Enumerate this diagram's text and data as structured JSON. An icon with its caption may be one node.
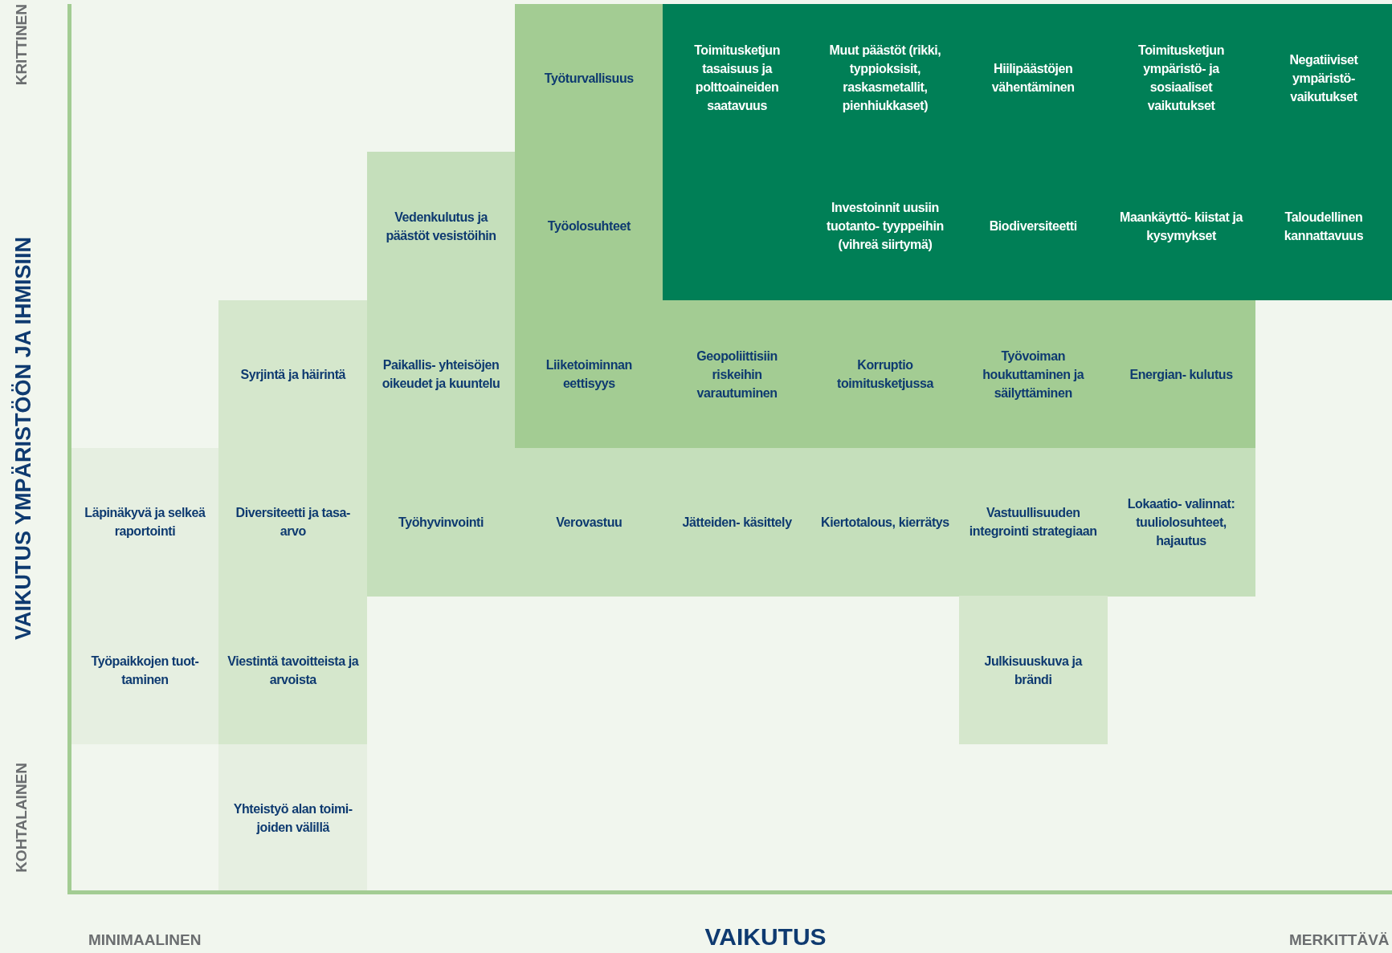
{
  "diagram": {
    "nodes": [
      {
        "text": [
          "Työturvallisuus"
        ]
      },
      {
        "text": [
          "Toimitusketjun tasaisuus ja polttoaineiden saatavuus"
        ]
      },
      {
        "text": [
          "Muut päästöt (rikki, typpioksisit, raskasmetallit, pienhiukkaset)"
        ]
      },
      {
        "text": [
          "Hiilipäästöjen vähentäminen"
        ]
      },
      {
        "text": [
          "Toimitusketjun ympäristö- ja sosiaaliset vaikutukset"
        ]
      },
      {
        "text": [
          "Negatiiviset ympäristö- vaikutukset"
        ]
      },
      {
        "text": [
          "Vedenkulutus ja päästöt vesistöihin"
        ]
      },
      {
        "text": [
          "Työolosuhteet"
        ]
      },
      {
        "text": [],
        "shape": "box"
      },
      {
        "text": [
          "Investoinnit uusiin tuotanto- tyyppeihin (vihreä siirtymä)"
        ]
      },
      {
        "text": [
          "Biodiversiteetti"
        ]
      },
      {
        "text": [
          "Maankäyttö- kiistat ja kysymykset"
        ]
      },
      {
        "text": [
          "Taloudellinen kannattavuus"
        ]
      },
      {
        "text": [
          "Syrjintä ja häirintä"
        ]
      },
      {
        "text": [
          "Paikallis- yhteisöjen oikeudet ja kuuntelu"
        ]
      },
      {
        "text": [
          "Liiketoiminnan eettisyys"
        ]
      },
      {
        "text": [
          "Geopoliittisiin riskeihin varautuminen"
        ]
      },
      {
        "text": [
          "Korruptio toimitusketjussa"
        ]
      },
      {
        "text": [
          "Työvoiman houkuttaminen ja säilyttäminen"
        ]
      },
      {
        "text": [
          "Energian- kulutus"
        ]
      },
      {
        "text": [
          "Läpinäkyvä ja selkeä raportointi"
        ]
      },
      {
        "text": [
          "Diversiteetti ja tasa-arvo"
        ]
      },
      {
        "text": [
          "Työhyvinvointi"
        ]
      },
      {
        "text": [
          "Verovastuu"
        ]
      },
      {
        "text": [
          "Jätteiden- käsittely"
        ]
      },
      {
        "text": [
          "Kiertotalous, kierrätys"
        ]
      },
      {
        "text": [
          "Vastuullisuuden integrointi strategiaan"
        ]
      },
      {
        "text": [
          "Lokaatio- valinnat: tuuliolosuhteet, hajautus"
        ]
      },
      {
        "text": [
          "Työpaikkojen tuot- taminen"
        ]
      },
      {
        "text": [
          "Viestintä tavoitteista ja arvoista"
        ]
      },
      {
        "text": [
          "Julkisuuskuva ja brändi"
        ]
      },
      {
        "text": [
          "Yhteistyö alan toimi- joiden välillä"
        ]
      }
    ],
    "labels": [
      "KRITTINEN",
      "VAIKUTUS YMPÄRISTÖÖN JA IHMISIIN",
      "KOHTALAINEN",
      "MINIMAALINEN",
      "VAIKUTUS",
      "MERKITTÄVÄ"
    ]
  }
}
